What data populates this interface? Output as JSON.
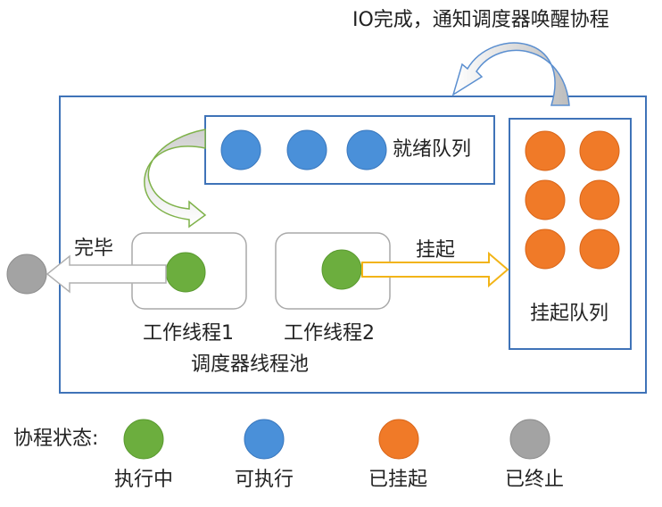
{
  "colors": {
    "running": "#6cae3e",
    "runnable": "#4a90d9",
    "suspended": "#f07a28",
    "terminated": "#a3a3a3",
    "frame": "#3f73b8",
    "thread_box": "#a9a9a9",
    "suspend_arrow": "#f2b417",
    "arrow_gray": "#c8c8c8",
    "green_stroke": "#7fb24a"
  },
  "labels": {
    "io_complete": "IO完成，通知调度器唤醒协程",
    "ready_queue": "就绪队列",
    "suspend_queue": "挂起队列",
    "finished": "完毕",
    "suspend": "挂起",
    "worker1": "工作线程1",
    "worker2": "工作线程2",
    "thread_pool": "调度器线程池"
  },
  "legend": {
    "title": "协程状态:",
    "items": [
      {
        "label": "执行中",
        "state": "running"
      },
      {
        "label": "可执行",
        "state": "runnable"
      },
      {
        "label": "已挂起",
        "state": "suspended"
      },
      {
        "label": "已终止",
        "state": "terminated"
      }
    ]
  }
}
